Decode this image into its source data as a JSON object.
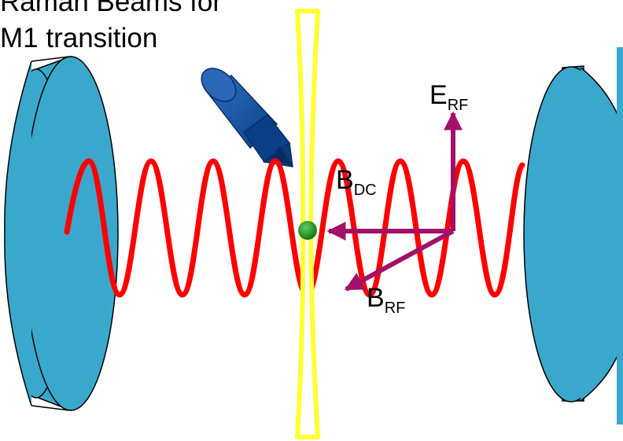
{
  "title": {
    "line1": "Raman Beams for",
    "line2": "M1 transition"
  },
  "labels": {
    "e_rf": {
      "main": "E",
      "sub": "RF"
    },
    "b_dc": {
      "main": "B",
      "sub": "DC"
    },
    "b_rf": {
      "main": "B",
      "sub": "RF"
    }
  },
  "colors": {
    "mirror_fill": "#3AA8CC",
    "mirror_stroke": "#000000",
    "standing_wave": "#FF0000",
    "optical_trap": "#FFFF33",
    "raman_beam": "#0D4FA0",
    "field_vectors": "#A3106A",
    "atom": "#1E8A1E"
  },
  "icons": {
    "raman_beam": "cylinder-beam-icon",
    "atom": "atom-icon"
  }
}
